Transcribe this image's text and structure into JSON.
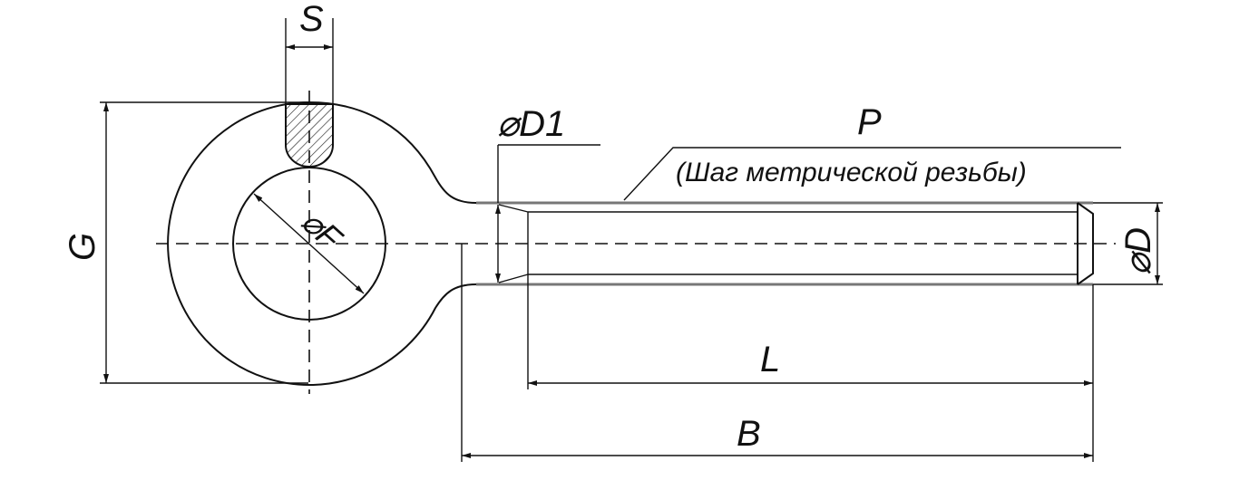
{
  "drawing": {
    "labels": {
      "S": "S",
      "G": "G",
      "F": "⌀F",
      "D1": "⌀D1",
      "P": "P",
      "P_note": "(Шаг метрической резьбы)",
      "D": "⌀D",
      "L": "L",
      "B": "B"
    },
    "colors": {
      "line": "#111111",
      "thread": "#777777",
      "background": "#ffffff"
    }
  }
}
